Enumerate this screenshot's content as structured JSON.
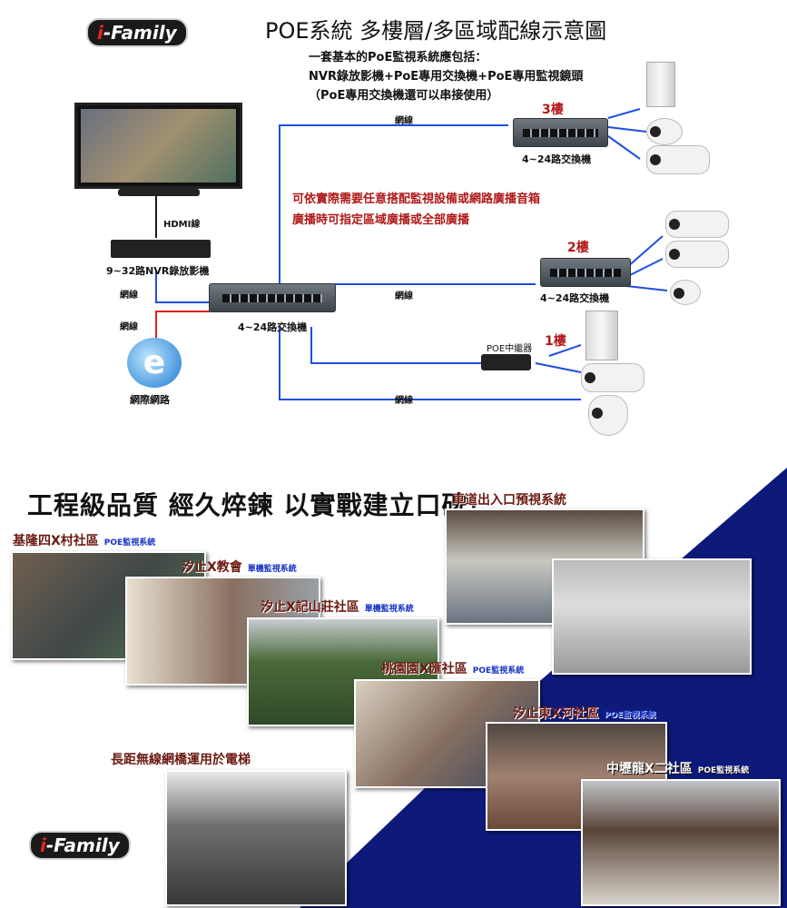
{
  "brand": {
    "logo_text": "i-Family"
  },
  "diagram": {
    "title": "POE系統 多樓層/多區域配線示意圖",
    "intro": [
      "一套基本的PoE監視系統應包括：",
      "NVR錄放影機+PoE專用交換機+PoE專用監視鏡頭",
      "（PoE專用交換機還可以串接使用）"
    ],
    "note": [
      "可依實際需要任意搭配監視設備或網路廣播音箱",
      "廣播時可指定區域廣播或全部廣播"
    ],
    "hdmi_label": "HDMI線",
    "nvr_label": "9~32路NVR錄放影機",
    "main_switch_label": "4~24路交換機",
    "internet_label": "網際網路",
    "cable_label": "網線",
    "poe_extender_label": "POE中繼器",
    "floors": [
      {
        "name": "3樓",
        "switch_label": "4~24路交換機"
      },
      {
        "name": "2樓",
        "switch_label": "4~24路交換機"
      },
      {
        "name": "1樓"
      }
    ]
  },
  "showcase": {
    "headline": "工程級品質  經久焠鍊  以實戰建立口碑!",
    "sites": [
      {
        "name": "車道出入口預視系統",
        "type": ""
      },
      {
        "name": "基隆四X村社區",
        "type": "POE監視系統"
      },
      {
        "name": "汐止X教會",
        "type": "單機監視系統"
      },
      {
        "name": "汐止X記山莊社區",
        "type": "單機監視系統"
      },
      {
        "name": "桃園園X匯社區",
        "type": "POE監視系統"
      },
      {
        "name": "汐止東X河社區",
        "type": "POE監視系統"
      },
      {
        "name": "長距無線網橋運用於電梯",
        "type": ""
      },
      {
        "name": "中壢龍X二社區",
        "type": "POE監視系統"
      }
    ]
  },
  "colors": {
    "blue_bg": "#0d1a7a",
    "line_blue": "#1f4fe0",
    "line_red": "#e02020",
    "title_red": "#b01818"
  }
}
